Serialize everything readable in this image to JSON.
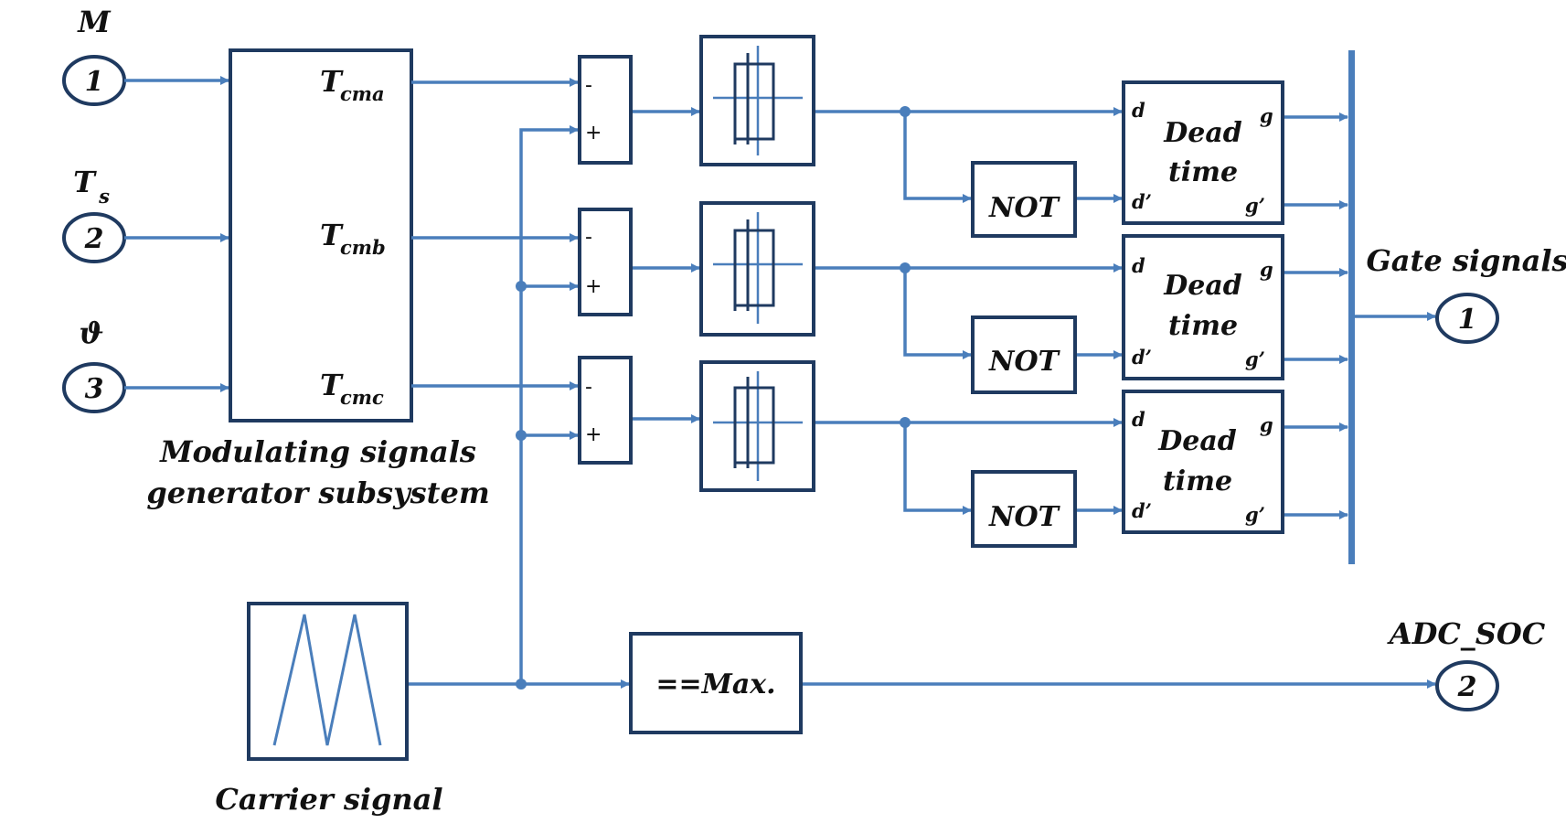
{
  "colors": {
    "line": "#4a7ebb",
    "block": "#1f3a60",
    "text": "#111111"
  },
  "inputs": [
    {
      "port": "1",
      "label": "M",
      "sub": ""
    },
    {
      "port": "2",
      "label": "T",
      "sub": "s"
    },
    {
      "port": "3",
      "label": "ϑ",
      "sub": ""
    }
  ],
  "modulator": {
    "outputs": [
      {
        "base": "T",
        "sub": "cma"
      },
      {
        "base": "T",
        "sub": "cmb"
      },
      {
        "base": "T",
        "sub": "cmc"
      }
    ],
    "caption_line1": "Modulating signals",
    "caption_line2": "generator subsystem"
  },
  "sum_signs": {
    "minus": "-",
    "plus": "+"
  },
  "not_label": "NOT",
  "dead_time": {
    "line1": "Dead",
    "line2": "time",
    "in_d": "d",
    "in_dp": "d’",
    "out_g": "g",
    "out_gp": "g’"
  },
  "carrier": {
    "caption": "Carrier signal"
  },
  "max_block": {
    "label": "==Max."
  },
  "outputs": [
    {
      "port": "1",
      "label": "Gate signals"
    },
    {
      "port": "2",
      "label": "ADC_SOC"
    }
  ]
}
